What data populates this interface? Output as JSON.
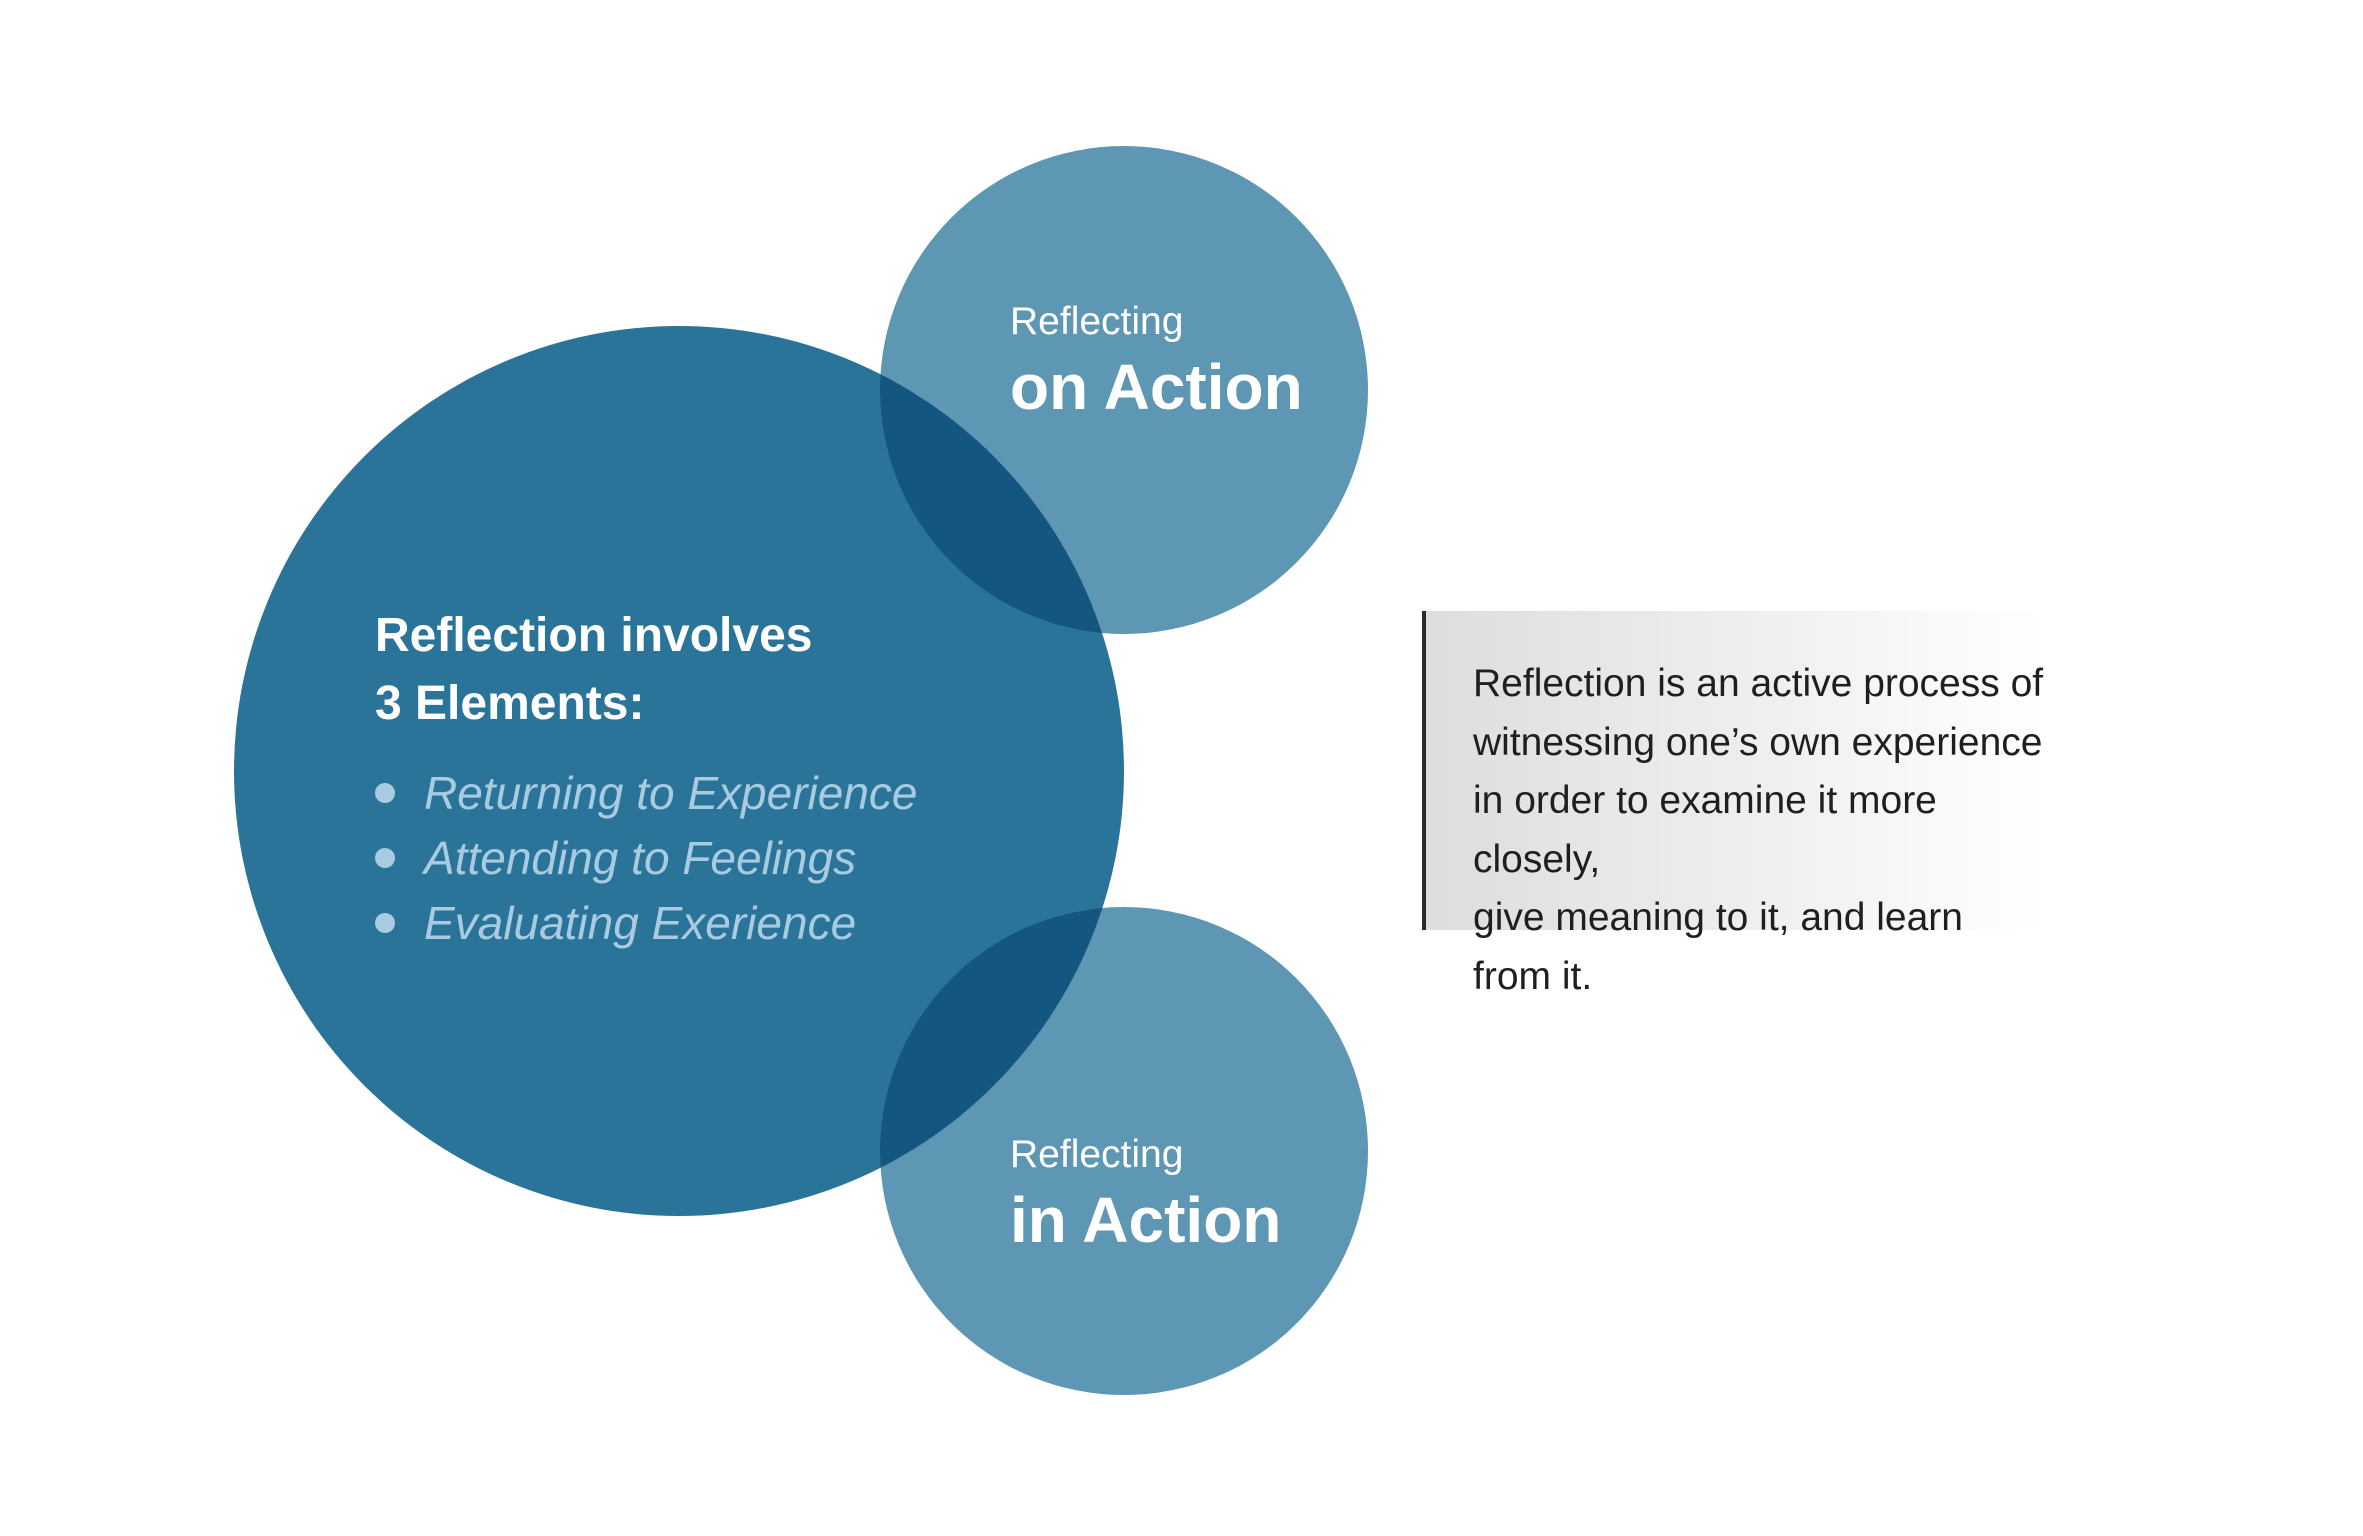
{
  "colors": {
    "main_circle": "#2b7499",
    "side_circle": "#5e97b4",
    "overlap": "#135780",
    "bullet_text": "#a9cbe2"
  },
  "main": {
    "heading_line1": "Reflection involves",
    "heading_line2": "3 Elements:",
    "bullets": [
      "Returning to Experience",
      "Attending to Feelings",
      "Evaluating Exerience"
    ]
  },
  "top_circle": {
    "small": "Reflecting",
    "big": "on Action"
  },
  "bottom_circle": {
    "small": "Reflecting",
    "big": "in Action"
  },
  "definition": {
    "lines": [
      "Reflection is an active process of",
      "witnessing one’s own experience",
      "in order to examine it more closely,",
      "give meaning to it, and learn from it."
    ]
  }
}
